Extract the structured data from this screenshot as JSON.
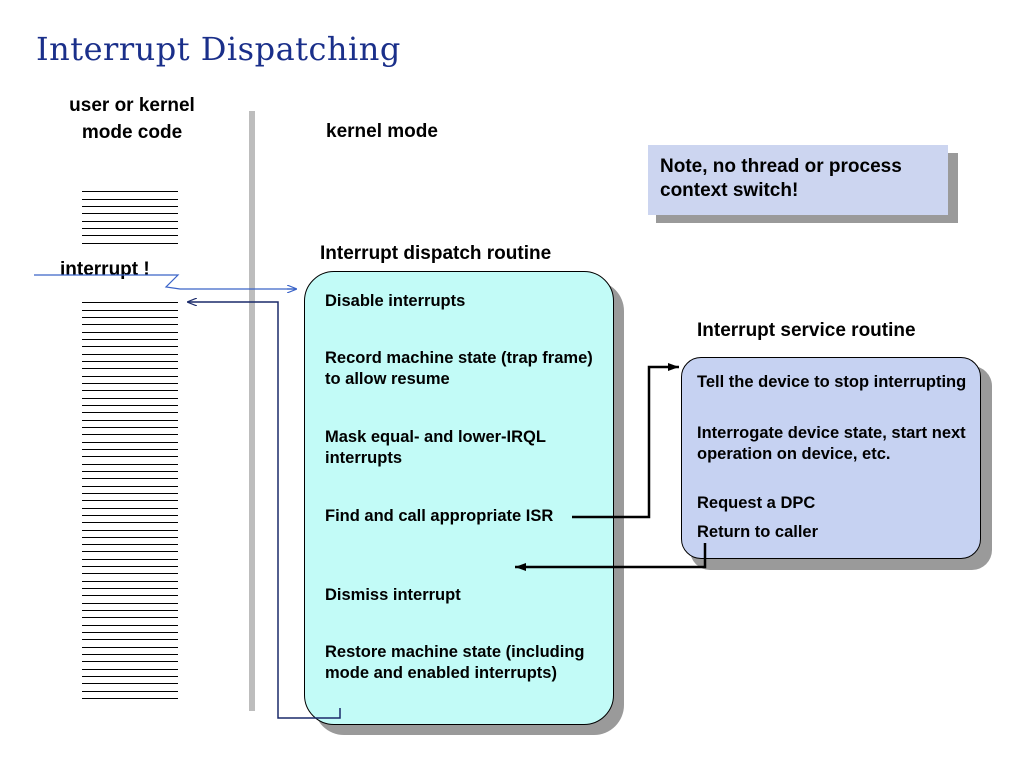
{
  "title": "Interrupt Dispatching",
  "labels": {
    "user_mode": "user or kernel mode code",
    "kernel_mode": "kernel mode",
    "interrupt": "interrupt !"
  },
  "note": "Note, no thread or process context switch!",
  "dispatch_routine": {
    "title": "Interrupt dispatch routine",
    "steps": [
      "Disable interrupts",
      "Record machine state (trap frame) to allow resume",
      "Mask equal- and lower-IRQL interrupts",
      "Find and call appropriate ISR",
      "Dismiss interrupt",
      "Restore machine state (including mode and enabled interrupts)"
    ]
  },
  "service_routine": {
    "title": "Interrupt service routine",
    "steps": [
      "Tell the device to stop interrupting",
      "Interrogate device state, start next operation on device, etc.",
      "Request a DPC",
      "Return to caller"
    ]
  },
  "colors": {
    "title": "#1a2f8a",
    "dispatch_fill": "#c2fbf7",
    "isr_fill": "#c6d2f2",
    "note_fill": "#ccd5f0",
    "interrupt_arrow": "#3a63c8",
    "divider": "#bdbdbd"
  }
}
